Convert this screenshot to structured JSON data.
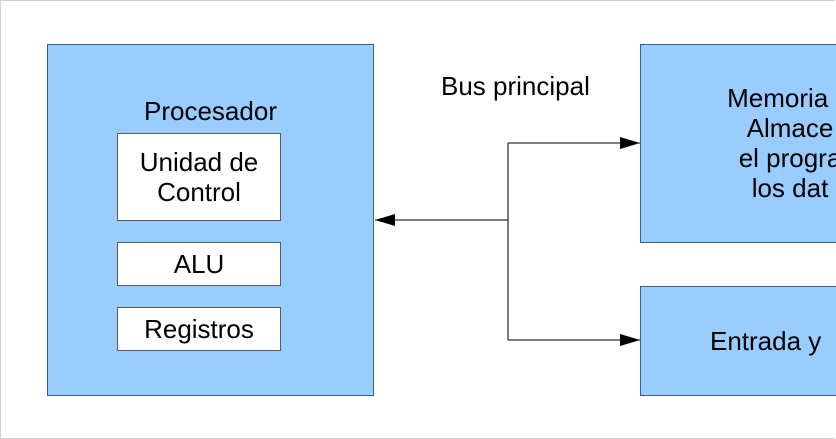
{
  "processor": {
    "title": "Procesador",
    "control_unit": "Unidad de\nControl",
    "alu": "ALU",
    "registers": "Registros"
  },
  "bus": {
    "label": "Bus principal"
  },
  "memory": {
    "text": "Memoria P\nAlmace\nel progra\nlos dat"
  },
  "io": {
    "text": "Entrada y"
  },
  "colors": {
    "block_fill": "#99ccff",
    "inner_fill": "#ffffff",
    "line": "#000000"
  }
}
